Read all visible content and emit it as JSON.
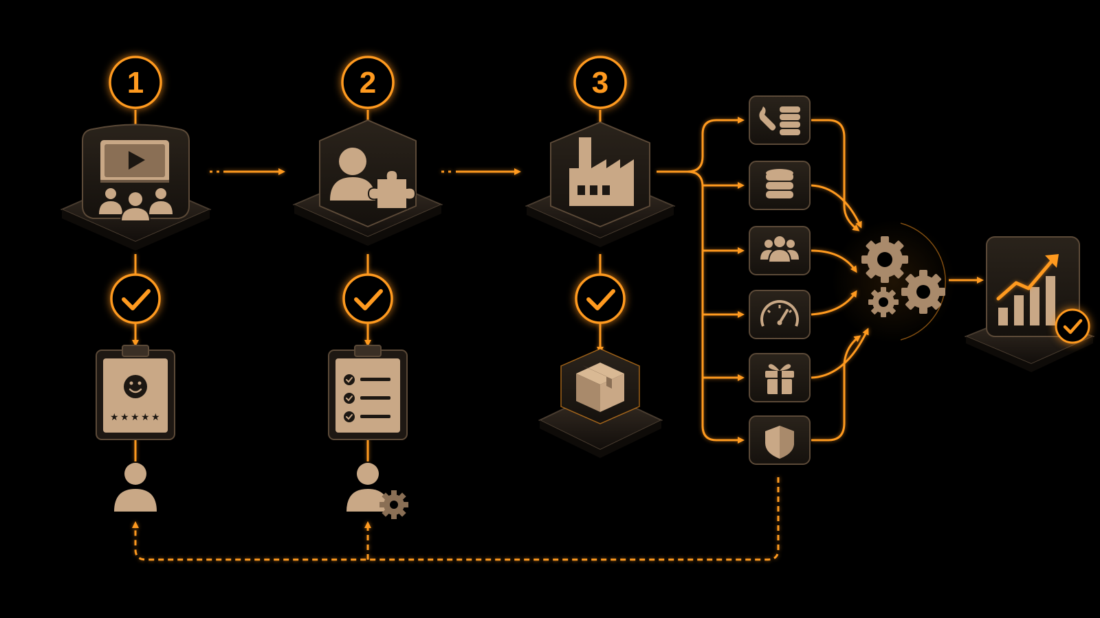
{
  "colors": {
    "background": "#000000",
    "accent": "#ff9a1f",
    "tile": "#1c1712",
    "tile_edge": "#6b5843",
    "icon": "#c9a886"
  },
  "steps": [
    {
      "number": "1",
      "icon": "video-presentation-audience-icon",
      "artifact": "feedback-rating-clipboard-icon",
      "person": "user-icon"
    },
    {
      "number": "2",
      "icon": "user-puzzle-icon",
      "artifact": "checklist-clipboard-icon",
      "person": "user-gear-icon"
    },
    {
      "number": "3",
      "icon": "factory-icon",
      "artifact": "package-box-icon"
    }
  ],
  "resources": [
    {
      "icon": "wrench-database-icon"
    },
    {
      "icon": "database-icon"
    },
    {
      "icon": "users-group-icon"
    },
    {
      "icon": "speedometer-icon"
    },
    {
      "icon": "gift-icon"
    },
    {
      "icon": "shield-icon"
    }
  ],
  "processor": {
    "icon": "gears-icon"
  },
  "outcome": {
    "icon": "growth-chart-check-icon"
  }
}
